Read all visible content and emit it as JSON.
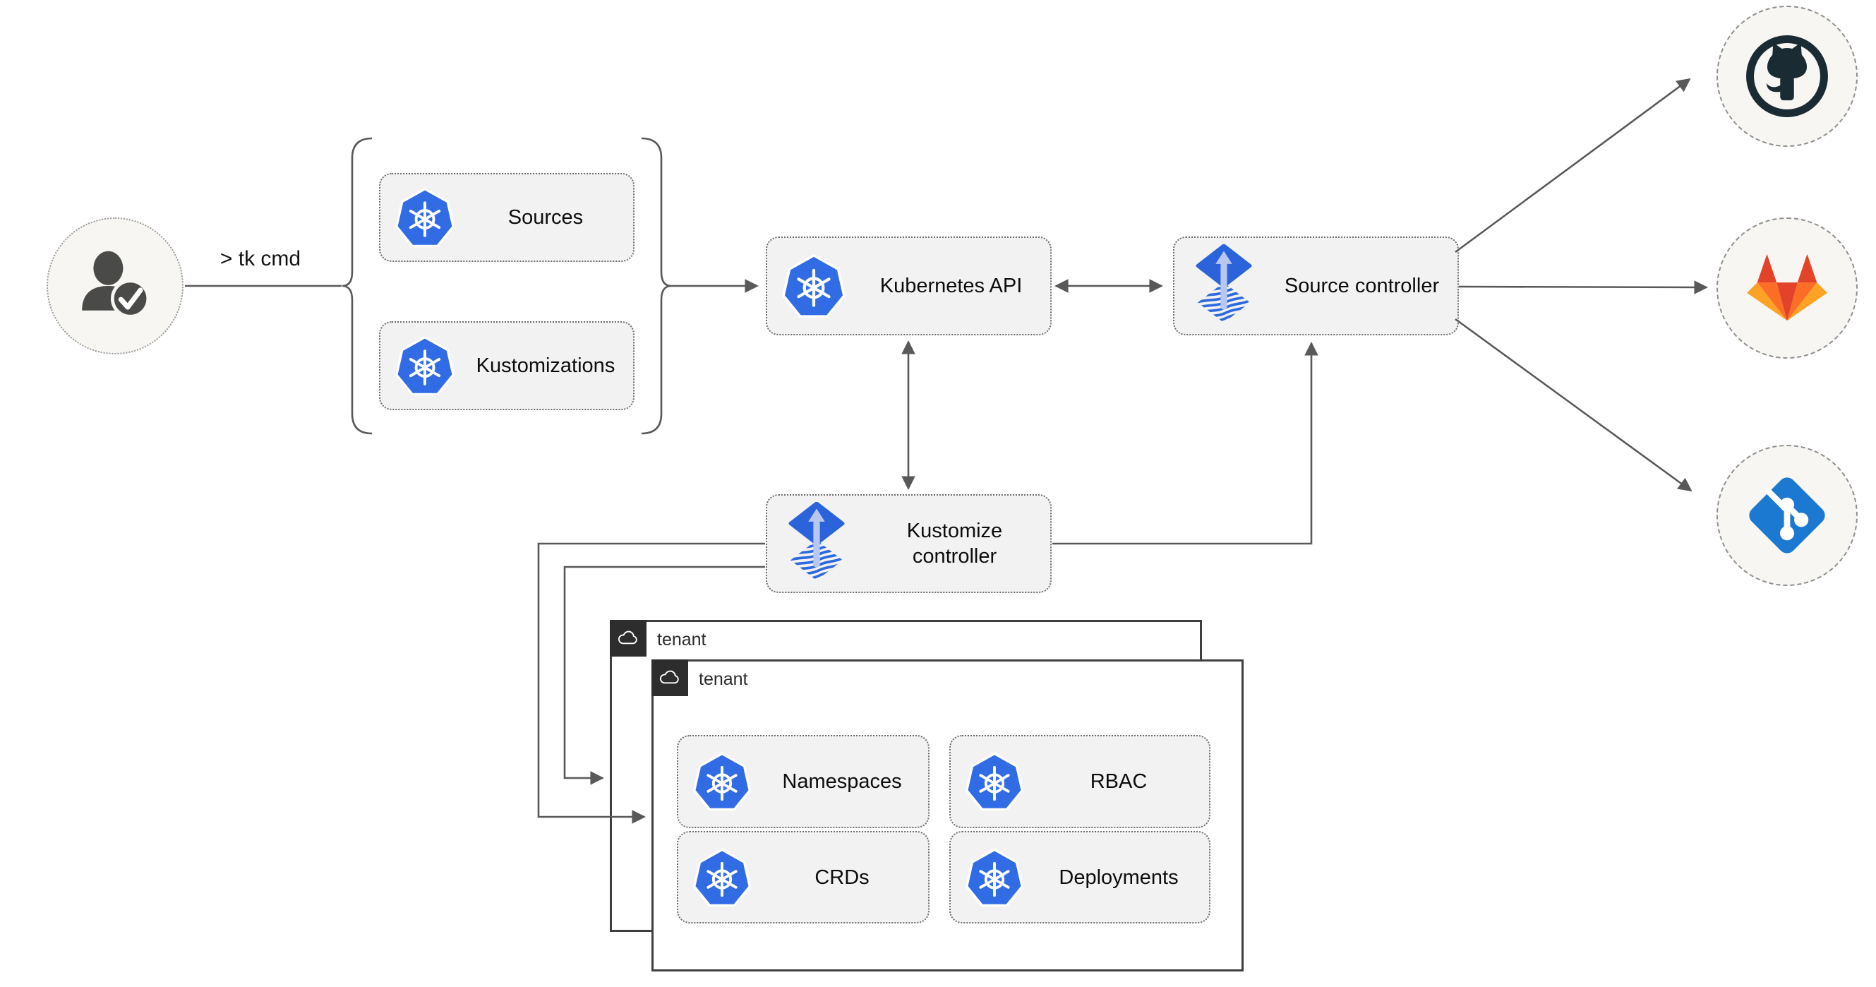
{
  "diagram": {
    "actor": {
      "command": "> tk cmd",
      "icon": "user-check-icon"
    },
    "group": {
      "items": [
        {
          "label": "Sources",
          "icon": "kubernetes-icon"
        },
        {
          "label": "Kustomizations",
          "icon": "kubernetes-icon"
        }
      ]
    },
    "nodes": {
      "kubernetes_api": {
        "label": "Kubernetes API",
        "icon": "kubernetes-icon"
      },
      "source_controller": {
        "label": "Source controller",
        "icon": "flux-icon"
      },
      "kustomize_controller": {
        "label": "Kustomize controller",
        "icon": "flux-icon"
      }
    },
    "tenants": {
      "back": {
        "label": "tenant",
        "icon": "cloud-icon"
      },
      "front": {
        "label": "tenant",
        "icon": "cloud-icon",
        "resources": [
          {
            "label": "Namespaces",
            "icon": "kubernetes-icon"
          },
          {
            "label": "RBAC",
            "icon": "kubernetes-icon"
          },
          {
            "label": "CRDs",
            "icon": "kubernetes-icon"
          },
          {
            "label": "Deployments",
            "icon": "kubernetes-icon"
          }
        ]
      }
    },
    "repositories": [
      {
        "name": "GitHub",
        "icon": "github-logo"
      },
      {
        "name": "GitLab",
        "icon": "gitlab-logo"
      },
      {
        "name": "Git",
        "icon": "git-logo"
      }
    ],
    "colors": {
      "kubernetes_blue": "#326ce5",
      "flux_blue": "#2b63da",
      "flux_light": "#b8c7ef",
      "node_fill": "#f2f2f2",
      "connector": "#595959",
      "tenant_badge": "#2d2d2d",
      "github_dark": "#1a2b33",
      "gitlab_red": "#e24329",
      "gitlab_orange": "#fc6d26",
      "gitlab_light_orange": "#fca326",
      "git_blue": "#1b79d2"
    }
  }
}
